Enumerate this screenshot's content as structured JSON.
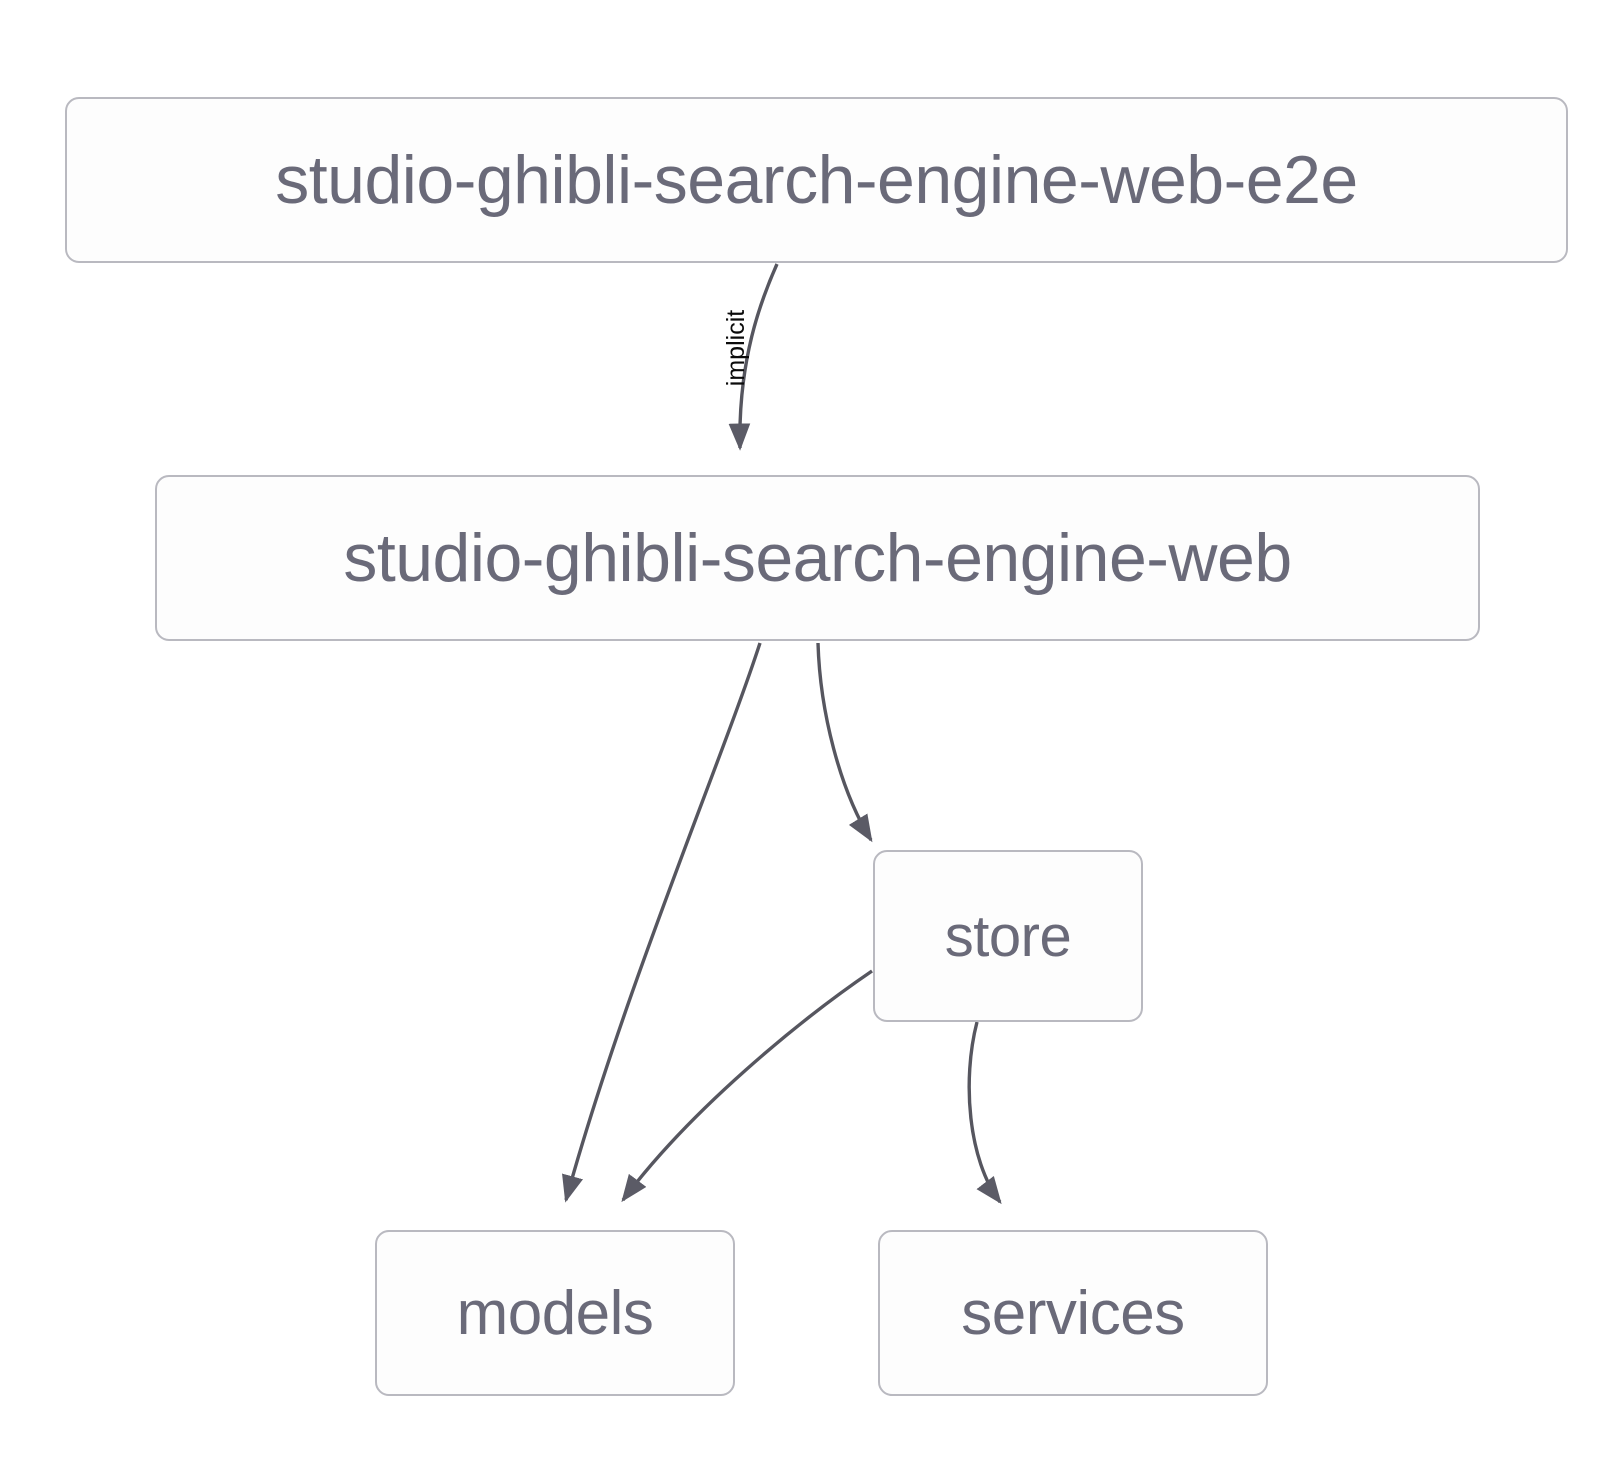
{
  "diagram": {
    "type": "directed-graph",
    "background_color": "#ffffff",
    "node_border_color": "#b9b9c0",
    "node_fill_color": "#fdfdfd",
    "node_text_color": "#6a6a79",
    "edge_color": "#4e4e58",
    "edge_label_color": "#0b0b0b",
    "nodes": [
      {
        "id": "root",
        "label": "studio-ghibli-search-engine-web-e2e"
      },
      {
        "id": "web",
        "label": "studio-ghibli-search-engine-web"
      },
      {
        "id": "store",
        "label": "store"
      },
      {
        "id": "models",
        "label": "models"
      },
      {
        "id": "services",
        "label": "services"
      }
    ],
    "edges": [
      {
        "from": "root",
        "to": "web",
        "label": "implicit"
      },
      {
        "from": "web",
        "to": "models",
        "label": ""
      },
      {
        "from": "web",
        "to": "store",
        "label": ""
      },
      {
        "from": "store",
        "to": "models",
        "label": ""
      },
      {
        "from": "store",
        "to": "services",
        "label": ""
      }
    ]
  }
}
